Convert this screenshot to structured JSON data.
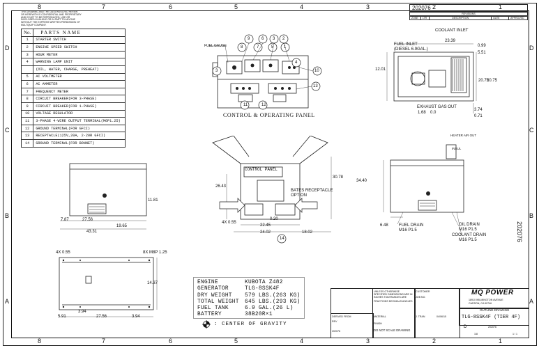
{
  "drawing_number": "202076",
  "zones_top": [
    "8",
    "7",
    "6",
    "5",
    "4",
    "3",
    "2",
    "1"
  ],
  "zones_side": [
    "D",
    "C",
    "B",
    "A"
  ],
  "side_number": "202076",
  "confidential_notice": [
    "THIS DRAWING AND THE DATA INVOLVED HEREIN",
    "OR HEREWITH IS CONFIDENTIAL AND PROPRIETARY",
    "AND IS NOT TO BE REPRODUCED, USE OR",
    "DISCLOSED IN WHOLE OR IN PART TO ANYONE",
    "WITHOUT THE EXPRESS WRITTEN PERMISSION OF",
    "MULTIQUIP COMPANY."
  ],
  "parts": {
    "header_no": "No.",
    "header_name": "PARTS NAME",
    "items": [
      {
        "n": "1",
        "name": "STARTER SWITCH"
      },
      {
        "n": "2",
        "name": "ENGINE SPEED SWITCH"
      },
      {
        "n": "3",
        "name": "HOUR METER"
      },
      {
        "n": "4",
        "name": "WARNING LAMP UNIT"
      },
      {
        "n": "",
        "name": "(OIL, WATER, CHARGE, PREHEAT)"
      },
      {
        "n": "5",
        "name": "AC VOLTMETER"
      },
      {
        "n": "6",
        "name": "AC AMMETER"
      },
      {
        "n": "7",
        "name": "FREQUENCY METER"
      },
      {
        "n": "8",
        "name": "CIRCUIT BREAKER(FOR 3-PHASE)"
      },
      {
        "n": "9",
        "name": "CIRCUIT BREAKER(FOR 1-PHASE)"
      },
      {
        "n": "10",
        "name": "VOLTAGE REGULATOR"
      },
      {
        "n": "11",
        "name": "3-PHASE 4-WIRE OUTPUT TERMINAL(M6P1.25)"
      },
      {
        "n": "12",
        "name": "GROUND TERMINAL(FOR GFCI)"
      },
      {
        "n": "13",
        "name": "RECEPTACLE(125V,20A, 2-20R GFCI)"
      },
      {
        "n": "14",
        "name": "GROUND TERMINAL(FOR BONNET)"
      }
    ]
  },
  "revision": {
    "header": "REVISIONS",
    "cols": [
      "ZONE",
      "LTR",
      "DESCRIPTION",
      "DATE",
      "APPROVED"
    ]
  },
  "panel": {
    "title": "CONTROL & OPERATING PANEL",
    "fuel_gauge": "FUEL GAUGE",
    "callouts": [
      "1",
      "2",
      "3",
      "4",
      "5",
      "6",
      "7",
      "8",
      "9",
      "10",
      "11",
      "12",
      "13"
    ]
  },
  "top_view": {
    "coolant_inlet": "COOLANT INLET",
    "fuel_inlet": "FUEL INLET",
    "fuel_inlet_size": "(DIESEL  6.9GAL.)",
    "exhaust": "EXHAUST GAS OUT",
    "dims": [
      "23.39",
      "0.99",
      "5.51",
      "12.01",
      "20.75",
      "20.75",
      "3.74",
      "0.71",
      "1.68",
      "0.0"
    ]
  },
  "front_view": {
    "dims": [
      "7.87",
      "27.56",
      "19.65",
      "43.31",
      "11.81"
    ]
  },
  "doors_view": {
    "control_label": "CONTROL PANEL",
    "batt": "BATES RECEPTACLE",
    "batt2": "OPTION",
    "dims": [
      "26.43",
      "30.78",
      "4X  0.55",
      "0.20",
      "22.45",
      "24.02",
      "18.02"
    ],
    "callout": "14"
  },
  "rear_view": {
    "heater": "HEATER AIR OUT",
    "fuel_drain": "FUEL DRAIN",
    "fuel_drain_size": "M16 P1.5",
    "oil_drain": "OIL DRAIN",
    "oil_drain_size": "M16 P1.5",
    "coolant_drain": "COOLANT DRAIN",
    "coolant_drain_size": "M16 P1.5",
    "dims": [
      "34.40",
      "6.48"
    ],
    "insul": "INSUL"
  },
  "bottom_view": {
    "label_4x": "4X  0.55",
    "label_8x": "8X  M8P 1.25",
    "dims": [
      "14.37",
      "5.91",
      "27.56",
      "3.94",
      "3.94"
    ]
  },
  "specs": [
    {
      "k": "ENGINE",
      "v": "KUBOTA Z482"
    },
    {
      "k": "GENERATOR",
      "v": "TLG-8SSK4F"
    },
    {
      "k": "DRY WEIGHT",
      "v": "579 LBS.(263 KG)"
    },
    {
      "k": "TOTAL WEIGHT",
      "v": "645 LBS.(293 KG)"
    },
    {
      "k": "FUEL TANK",
      "v": "6.9 GAL.(26 L)"
    },
    {
      "k": "BATTERY",
      "v": "38B20R×1"
    }
  ],
  "cog_label": ": CENTER OF GRAVITY",
  "title_block": {
    "company": "MQ POWER",
    "addr1": "18910 WILMINGTON AVENUE",
    "addr2": "CARSON, CA 90746",
    "title": "OUTLINE DRAWING",
    "subtitle": "TLG-8SSK4F (TIER 4F)",
    "size": "D",
    "dwg_no": "202076",
    "sheet": "1 / 1",
    "scale": "1/8",
    "do_not_scale": "DO NOT SCALE DRAWING",
    "derived_from": "DERIVED FROM",
    "drawn": "J. TRAN",
    "date": "04/06/15",
    "rev_label": "REV",
    "cad_code": "202076",
    "material": "MATERIAL",
    "finish": "FINISH",
    "tolerances": "UNLESS OTHERWISE SPECIFIED DIMENSIONS ARE IN INCHES TOLERANCES ARE",
    "frac": "FRACTIONS  DECIMALS  ANGLES",
    "customer": "CUSTOMER",
    "job": "JOB NO."
  }
}
